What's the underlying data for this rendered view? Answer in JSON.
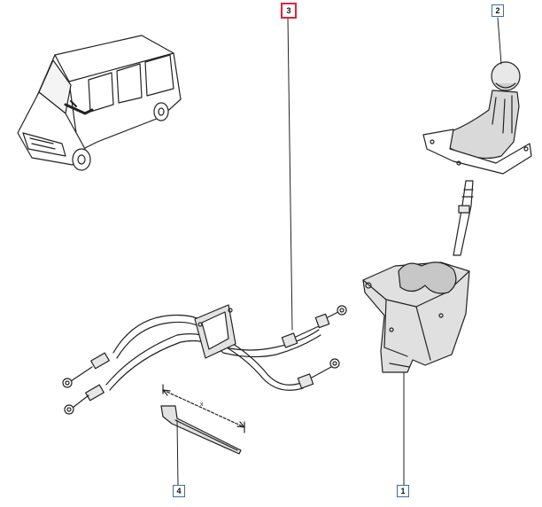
{
  "callouts": [
    {
      "id": "1",
      "label": "1",
      "selected": false
    },
    {
      "id": "2",
      "label": "2",
      "selected": false
    },
    {
      "id": "3",
      "label": "3",
      "selected": true
    },
    {
      "id": "4",
      "label": "4",
      "selected": false
    }
  ],
  "dimension_mark": "x",
  "colors": {
    "line": "#222222",
    "callout_border": "#3b6ea8",
    "callout_selected_border": "#e0243a",
    "part_shade": "#cfcfcf",
    "background": "#ffffff"
  }
}
